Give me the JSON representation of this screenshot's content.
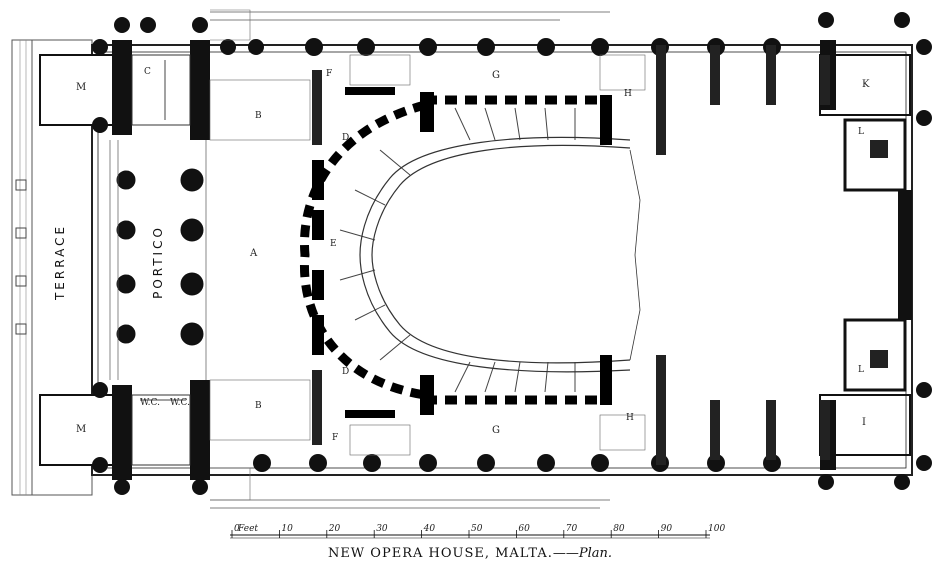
{
  "labels": {
    "terrace": "TERRACE",
    "portico": "PORTICO",
    "a": "A",
    "b": "B",
    "c": "C",
    "d": "D",
    "e": "E",
    "f": "F",
    "g": "G",
    "h": "H",
    "i": "I",
    "k": "K",
    "l": "L",
    "m": "M",
    "wc": "W.C."
  },
  "scale": {
    "ticks": [
      "0",
      "10",
      "20",
      "30",
      "40",
      "50",
      "60",
      "70",
      "80",
      "90",
      "100"
    ],
    "unit": "Feet"
  },
  "caption": {
    "title": "NEW OPERA HOUSE, MALTA.",
    "separator": "——",
    "subtitle": "Plan."
  }
}
